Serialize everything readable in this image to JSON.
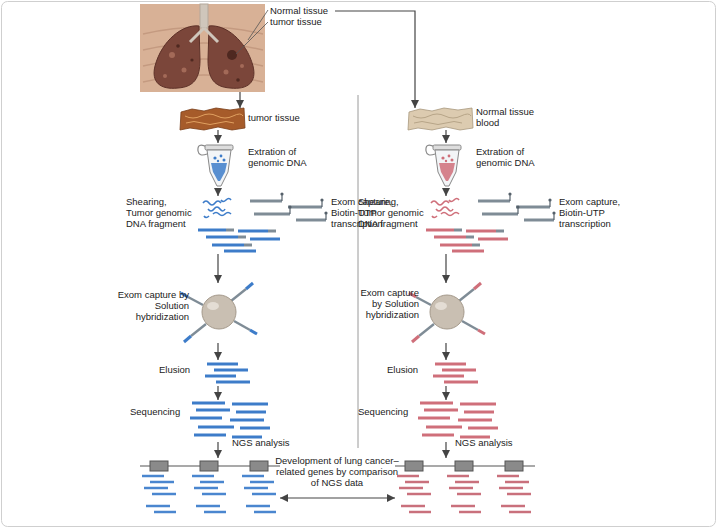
{
  "diagram": {
    "nodes": [
      {
        "text": [
          "Normal tissue",
          "tumor tissue"
        ]
      },
      {
        "text": [
          "tumor tissue"
        ]
      },
      {
        "text": [
          "Extration of genomic DNA"
        ]
      },
      {
        "text": [
          "Shearing, Tumor genomic DNA fragment",
          "Exom capture, Biotin-UTP transcription"
        ]
      },
      {
        "text": [
          "Exom capture by Solution hybridization"
        ]
      },
      {
        "text": [
          "Elusion"
        ]
      },
      {
        "text": [
          "Sequencing"
        ]
      },
      {
        "text": [
          "NGS analysis"
        ]
      },
      {
        "text": [
          "Normal tissue blood"
        ]
      },
      {
        "text": [
          "Extration of genomic DNA"
        ]
      },
      {
        "text": [
          "Shearing, Tumor genomic DNA fragment",
          "Exom capture, Biotin-UTP transcription"
        ]
      },
      {
        "text": [
          "Exom capture by Solution hybridization"
        ]
      },
      {
        "text": [
          "Elusion"
        ]
      },
      {
        "text": [
          "Sequencing"
        ]
      },
      {
        "text": [
          "NGS analysis"
        ]
      }
    ],
    "edges": [
      {
        "from": 0,
        "to": 1,
        "arrow": "to"
      },
      {
        "from": 0,
        "to": 8,
        "arrow": "to"
      },
      {
        "from": 1,
        "to": 2,
        "arrow": "to"
      },
      {
        "from": 2,
        "to": 3,
        "arrow": "to"
      },
      {
        "from": 3,
        "to": 4,
        "arrow": "to"
      },
      {
        "from": 4,
        "to": 5,
        "arrow": "to"
      },
      {
        "from": 5,
        "to": 6,
        "arrow": "to"
      },
      {
        "from": 6,
        "to": 7,
        "arrow": "to"
      },
      {
        "from": 8,
        "to": 9,
        "arrow": "to"
      },
      {
        "from": 9,
        "to": 10,
        "arrow": "to"
      },
      {
        "from": 10,
        "to": 11,
        "arrow": "to"
      },
      {
        "from": 11,
        "to": 12,
        "arrow": "to"
      },
      {
        "from": 12,
        "to": 13,
        "arrow": "to"
      },
      {
        "from": 13,
        "to": 14,
        "arrow": "to"
      },
      {
        "from": 7,
        "to": 14,
        "arrow": "both",
        "label": "Development of lung cancer– related genes by comparison of NGS data"
      }
    ]
  }
}
